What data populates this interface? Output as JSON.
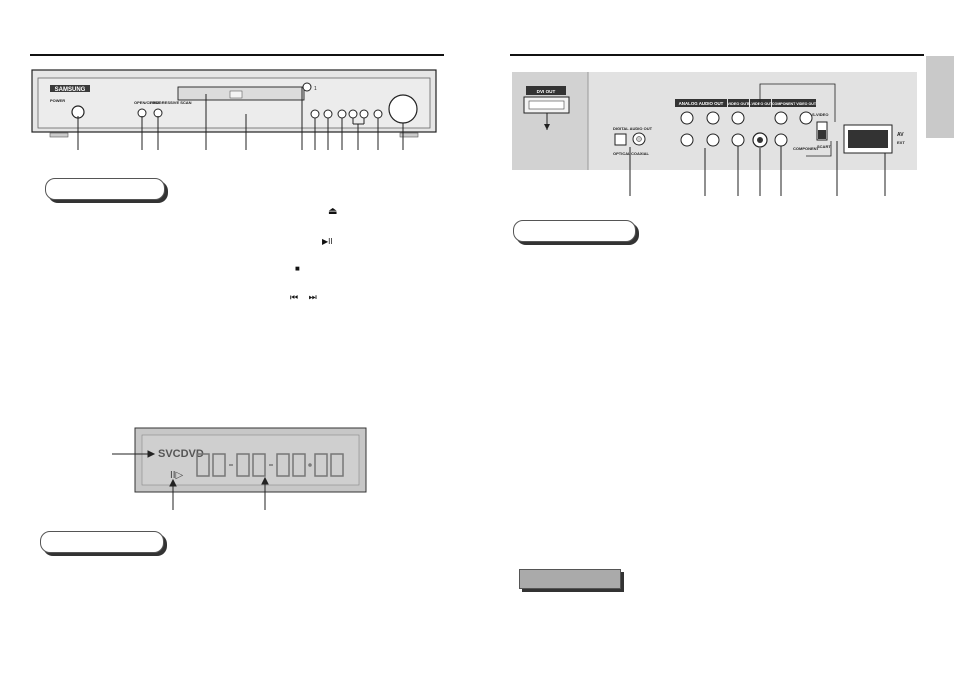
{
  "front_panel": {
    "brand": "SAMSUNG",
    "small_labels": [
      "POWER",
      "OPEN/CLOSE",
      "PROGRESSIVE SCAN"
    ],
    "open_close_symbol": "≜"
  },
  "section_headers": {
    "front_controls": "",
    "front_display": "",
    "rear_panel": "",
    "note": ""
  },
  "playback_symbols": {
    "eject": "⏏",
    "play_pause": "▶II",
    "stop": "■",
    "skip": "⏮ ⏭"
  },
  "display": {
    "disc_types": "SVCDVD",
    "play_indicator": "II▷"
  },
  "rear_panel": {
    "dvi_out": "DVI OUT",
    "digital_audio_out": "DIGITAL AUDIO OUT",
    "optical": "OPTICAL",
    "coaxial": "COAXIAL",
    "analog_audio_out": "ANALOG AUDIO OUT",
    "video_out": "VIDEO OUT",
    "s_video_out": "S-VIDEO OUT",
    "component_video_out": "COMPONENT VIDEO OUT",
    "s_video": "S-VIDEO",
    "component": "COMPONENT",
    "scart": "SCART",
    "av": "AV",
    "ext": "EXT"
  },
  "colors": {
    "panel_bg": "#e2e2e2",
    "display_bg": "#c7c7c7",
    "rule": "#111111",
    "tab": "#c9c9c9"
  }
}
